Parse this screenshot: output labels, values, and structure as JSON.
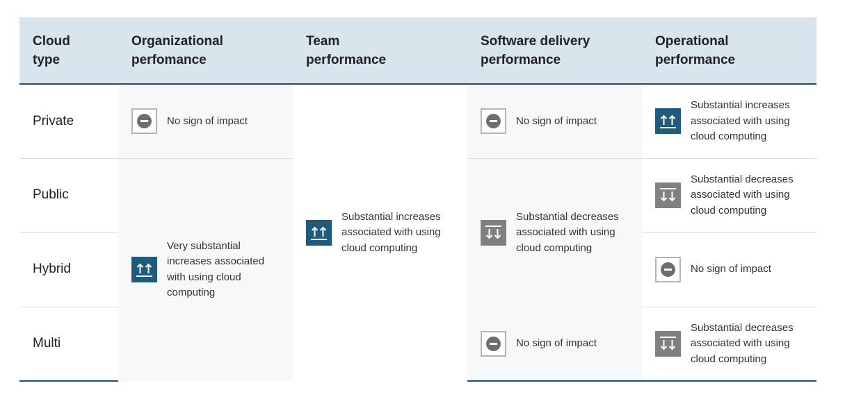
{
  "headers": [
    "Cloud type",
    "Organizational perfomance",
    "Team performance",
    "Software delivery performance",
    "Operational performance"
  ],
  "rows": [
    "Private",
    "Public",
    "Hybrid",
    "Multi"
  ],
  "impacts": {
    "none": "No sign of impact",
    "substantial_increase": "Substantial increases associated with using cloud computing",
    "very_substantial_increase": "Very substantial increases associated with using cloud computing",
    "substantial_decrease": "Substantial decreases associated with using cloud computing"
  },
  "colors": {
    "header_bg": "#d9e5ed",
    "increase": "#1f5b7c",
    "decrease": "#808080",
    "rule": "#1f4e6e"
  },
  "icons": {
    "none": "minus-circle-icon",
    "increase": "double-up-arrow-icon",
    "decrease": "double-down-arrow-icon"
  }
}
